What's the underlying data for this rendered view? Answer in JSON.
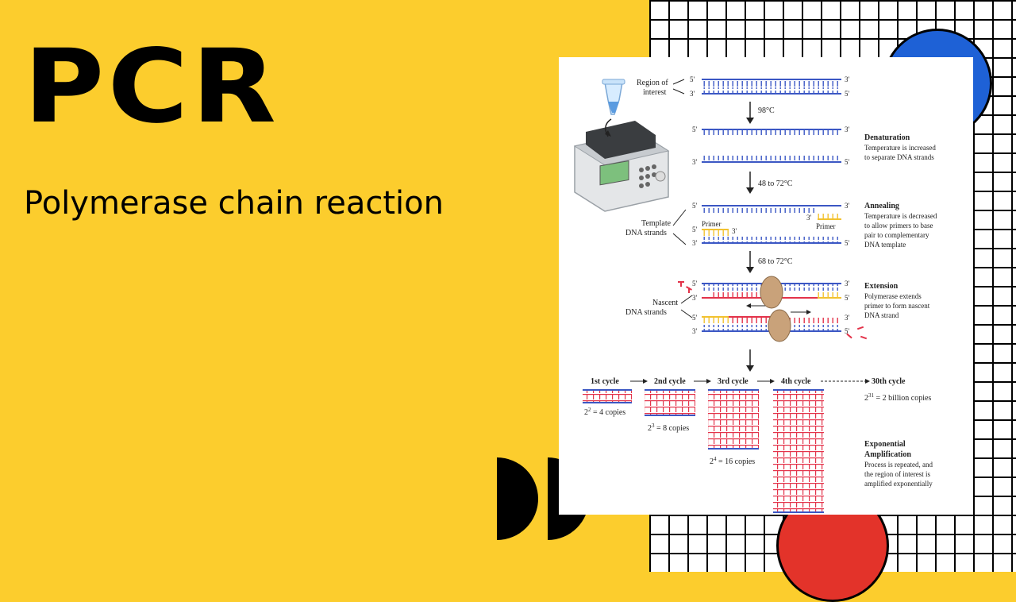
{
  "slide": {
    "title": "PCR",
    "subtitle": "Polymerase chain reaction",
    "colors": {
      "background": "#fccd2d",
      "blue_strand": "#3b57c4",
      "red_strand": "#e3334a",
      "primer": "#f2c230",
      "circle_blue": "#1e61d6",
      "circle_red": "#e3332a"
    }
  },
  "figure": {
    "region_label": [
      "Region of",
      "interest"
    ],
    "template_label": [
      "Template",
      "DNA strands"
    ],
    "nascent_label": [
      "Nascent",
      "DNA strands"
    ],
    "primer": "Primer",
    "ends": {
      "five": "5'",
      "three": "3'"
    },
    "temps": {
      "denature": "98°C",
      "anneal": "48 to 72°C",
      "extend": "68 to 72°C"
    },
    "steps": {
      "denaturation": {
        "title": "Denaturation",
        "lines": [
          "Temperature is increased",
          "to separate DNA strands"
        ]
      },
      "annealing": {
        "title": "Annealing",
        "lines": [
          "Temperature is decreased",
          "to allow primers to base",
          "pair to complementary",
          "DNA template"
        ]
      },
      "extension": {
        "title": "Extension",
        "lines": [
          "Polymerase extends",
          "primer to form nascent",
          "DNA strand"
        ]
      }
    },
    "cycles": [
      {
        "label": "1st cycle",
        "copies_base": "2",
        "copies_exp": "2",
        "copies_rest": " = 4 copies"
      },
      {
        "label": "2nd cycle",
        "copies_base": "2",
        "copies_exp": "3",
        "copies_rest": " = 8 copies"
      },
      {
        "label": "3rd cycle",
        "copies_base": "2",
        "copies_exp": "4",
        "copies_rest": " = 16 copies"
      },
      {
        "label": "4th cycle"
      },
      {
        "label": "30th cycle",
        "copies_base": "2",
        "copies_exp": "31",
        "copies_rest": " = 2 billion copies"
      }
    ],
    "amplification": {
      "title": [
        "Exponential",
        "Amplification"
      ],
      "lines": [
        "Process is repeated, and",
        "the region of interest is",
        "amplified exponentially"
      ]
    }
  }
}
